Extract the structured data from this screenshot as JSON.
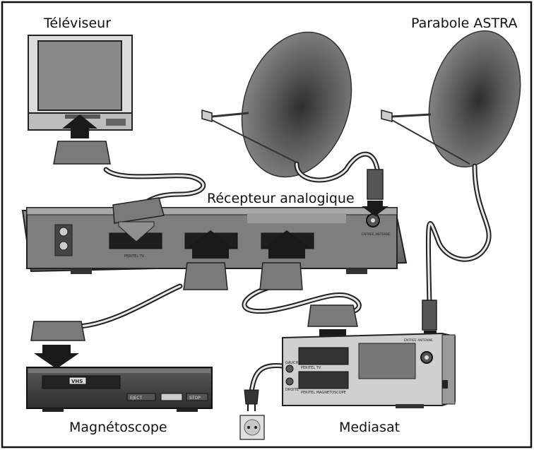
{
  "labels": {
    "tv": "Téléviseur",
    "dish": "Parabole ASTRA",
    "receiver": "Récepteur analogique",
    "vcr": "Magnétoscope",
    "mediasat": "Mediasat"
  },
  "receiver_panel": {
    "peritel_tv": "PERITEL TV",
    "entree_antenne": "ENTREE ANTENNE"
  },
  "vcr_panel": {
    "logo": "VHS",
    "eject": "EJECT",
    "stop": "STOP"
  },
  "mediasat_panel": {
    "gauche": "GAUCHE",
    "droite": "DROITE",
    "peritel_tv": "PERITEL TV",
    "peritel_magneto": "PERITEL MAGNETOSCOPE",
    "entree_antenne": "ENTREE ANTENNE"
  },
  "colors": {
    "device_dark": "#3a3a3a",
    "device_mid": "#7a7a7a",
    "device_light": "#b8b8b8",
    "dish": "#6a6a6a",
    "arrow": "#1a1a1a"
  }
}
